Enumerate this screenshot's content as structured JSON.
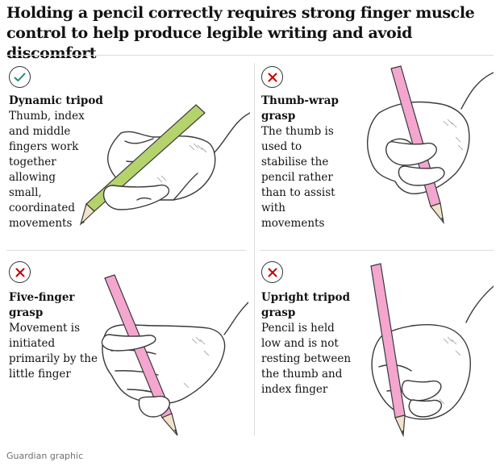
{
  "headline": "Holding a pencil correctly requires strong finger muscle control to help produce legible writing and avoid discomfort",
  "panels": [
    {
      "status": "correct",
      "status_icon": "check-icon",
      "title": "Dynamic tripod",
      "description": "Thumb, index and middle fingers work together allowing small, coordinated movements",
      "pencil_color": "#b5d36c"
    },
    {
      "status": "incorrect",
      "status_icon": "cross-icon",
      "title": "Thumb-wrap grasp",
      "description": "The thumb is used to stabilise the pencil rather than to assist with movements",
      "pencil_color": "#f4a6cf"
    },
    {
      "status": "incorrect",
      "status_icon": "cross-icon",
      "title": "Five-finger grasp",
      "description": "Movement is initiated primarily by the little finger",
      "pencil_color": "#f4a6cf"
    },
    {
      "status": "incorrect",
      "status_icon": "cross-icon",
      "title": "Upright tripod grasp",
      "description": "Pencil is held low and is not resting between the thumb and index finger",
      "pencil_color": "#f4a6cf"
    }
  ],
  "colors": {
    "check": "#1c8a78",
    "cross": "#c70000",
    "divider": "#dcdcdc"
  },
  "credit": "Guardian graphic"
}
